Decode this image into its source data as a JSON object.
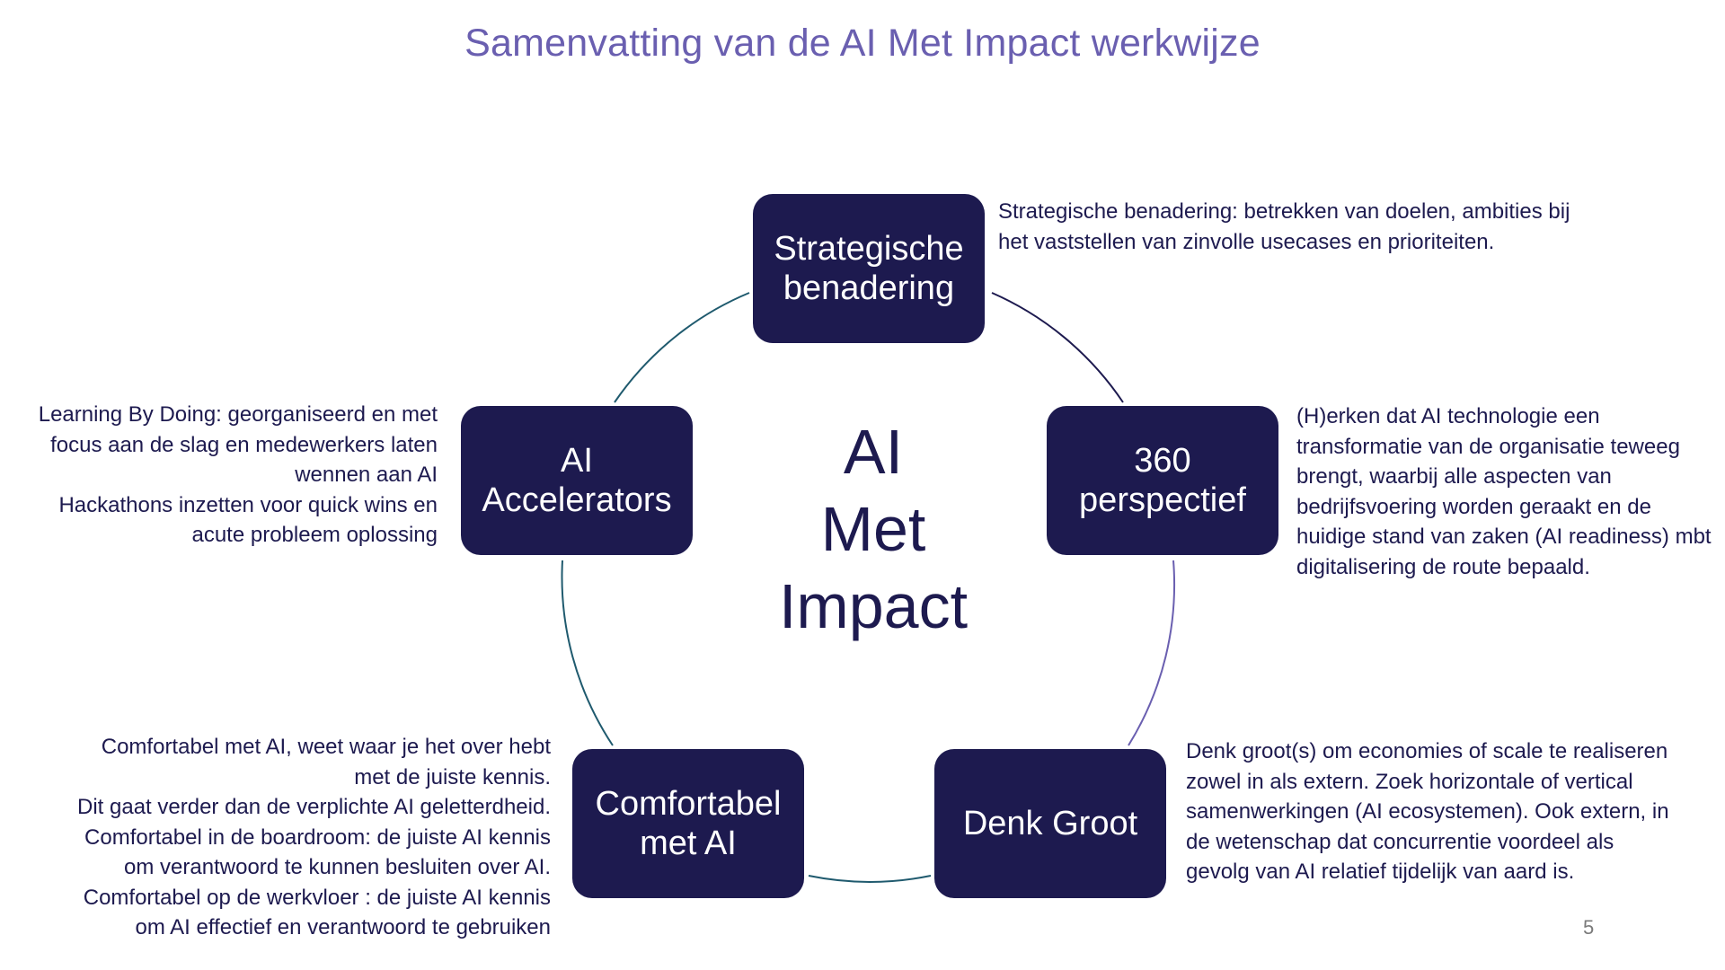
{
  "slide": {
    "title": "Samenvatting van de AI Met Impact werkwijze",
    "center_text": "AI\nMet\nImpact",
    "page_number": "5"
  },
  "nodes": {
    "strategic": "Strategische\nbenadering",
    "perspective": "360\nperspectief",
    "think_big": "Denk Groot",
    "comfortable": "Comfortabel\nmet AI",
    "accelerators": "AI\nAccelerators"
  },
  "descriptions": {
    "strategic": "Strategische benadering: betrekken van doelen, ambities bij\nhet vaststellen van zinvolle usecases en prioriteiten.",
    "perspective": "(H)erken dat AI technologie een\ntransformatie van de organisatie teweeg\nbrengt, waarbij alle aspecten van\nbedrijfsvoering worden geraakt en de\nhuidige stand van zaken (AI readiness) mbt\ndigitalisering de route bepaald.",
    "think_big": "Denk groot(s) om economies of scale te realiseren\nzowel in als extern. Zoek horizontale of vertical\nsamenwerkingen (AI ecosystemen). Ook extern, in\nde wetenschap dat concurrentie voordeel als\ngevolg van AI relatief tijdelijk van aard is.",
    "comfortable": "Comfortabel met AI, weet waar je het over hebt\nmet de juiste kennis.\nDit gaat verder dan de verplichte AI geletterdheid.\nComfortabel in de boardroom: de juiste AI kennis\nom verantwoord te kunnen besluiten over AI.\nComfortabel op de werkvloer : de juiste AI kennis\nom AI effectief en verantwoord te  gebruiken",
    "accelerators": "Learning By Doing: georganiseerd en met\nfocus aan de slag en medewerkers laten\nwennen aan AI\nHackathons inzetten voor quick wins en\nacute probleem oplossing"
  },
  "colors": {
    "title": "#6a5fb0",
    "node_fill": "#1d1a4f",
    "node_text": "#ffffff",
    "body_text": "#1d1a4f",
    "arc_teal": "#1f5a6e",
    "arc_purple": "#6a5fb0"
  }
}
